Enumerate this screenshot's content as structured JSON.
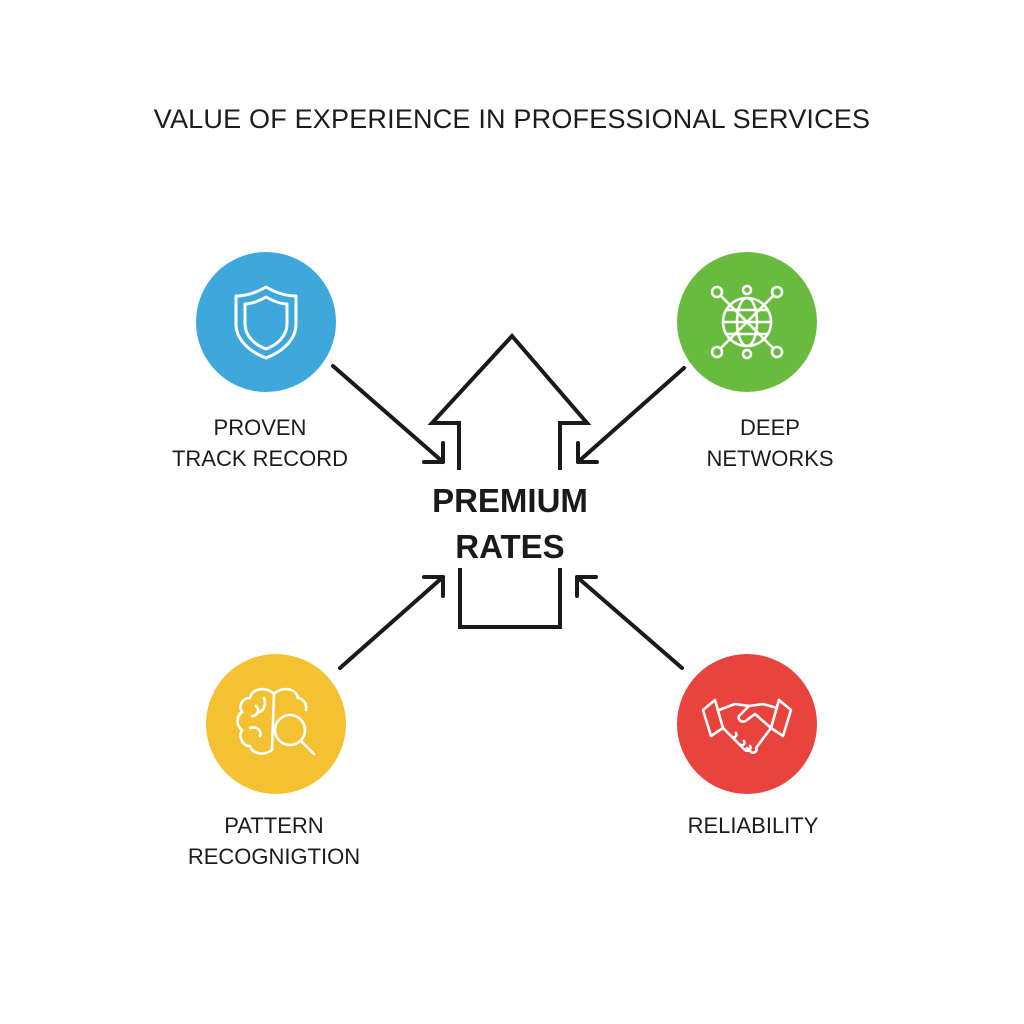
{
  "title": "VALUE OF EXPERIENCE IN PROFESSIONAL SERVICES",
  "center": {
    "line1": "PREMIUM",
    "line2": "RATES"
  },
  "nodes": [
    {
      "id": "proven-track-record",
      "line1": "PROVEN",
      "line2": "TRACK RECORD",
      "color": "#3ea7db",
      "icon": "shield-icon"
    },
    {
      "id": "deep-networks",
      "line1": "DEEP",
      "line2": "NETWORKS",
      "color": "#69bb3f",
      "icon": "network-globe-icon"
    },
    {
      "id": "pattern-recognition",
      "line1": "PATTERN",
      "line2": "RECOGNIGTION",
      "color": "#f4c132",
      "icon": "brain-magnifier-icon"
    },
    {
      "id": "reliability",
      "line1": "RELIABILITY",
      "line2": "",
      "color": "#e8433d",
      "icon": "handshake-icon"
    }
  ],
  "colors": {
    "text": "#1c1c1c",
    "arrow": "#1a1a1a",
    "icon_stroke": "#ffffff"
  }
}
